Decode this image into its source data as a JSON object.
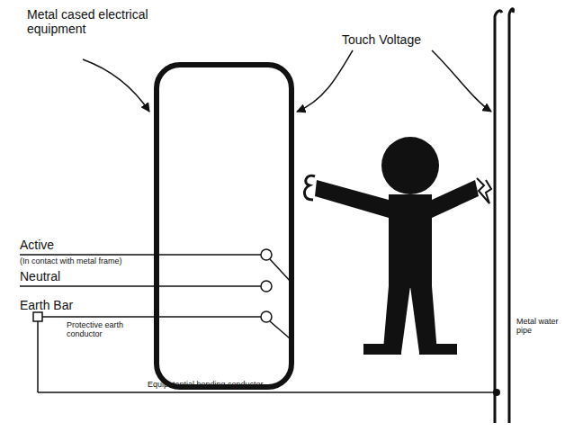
{
  "diagram": {
    "labels": [
      "Metal cased electrical equipment",
      "Touch Voltage",
      "Active",
      "(In contact with metal frame)",
      "Neutral",
      "Earth Bar",
      "Protective earth conductor",
      "Equipotential bonding conductor",
      "Metal water pipe"
    ]
  }
}
